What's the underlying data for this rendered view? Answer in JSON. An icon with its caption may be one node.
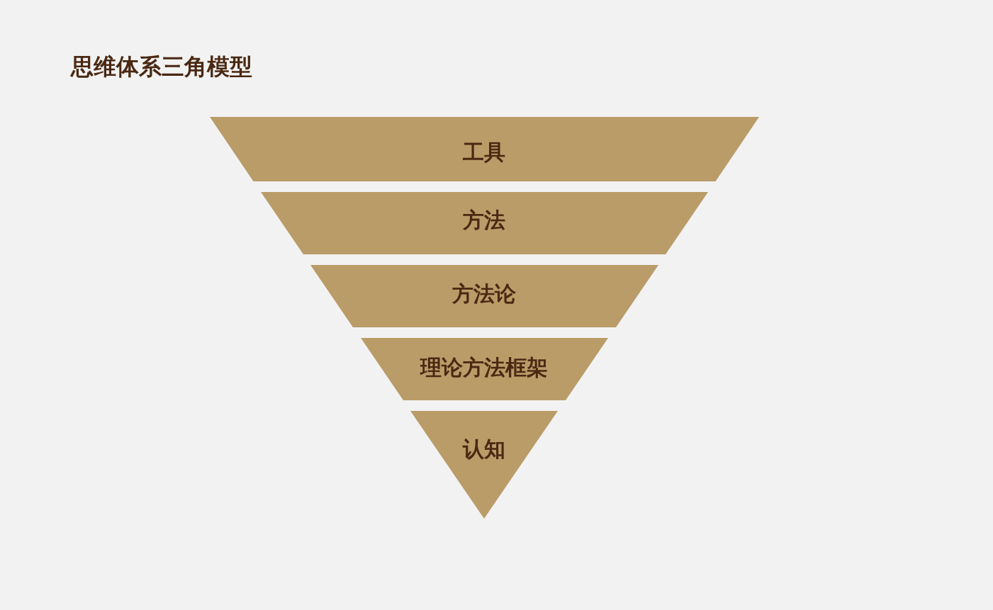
{
  "diagram": {
    "title": "思维体系三角模型",
    "nodes": [
      {
        "text": [
          "工具"
        ]
      },
      {
        "text": [
          "方法"
        ]
      },
      {
        "text": [
          "方法论"
        ]
      },
      {
        "text": [
          "理论方法框架"
        ]
      },
      {
        "text": [
          "认知"
        ]
      }
    ]
  }
}
